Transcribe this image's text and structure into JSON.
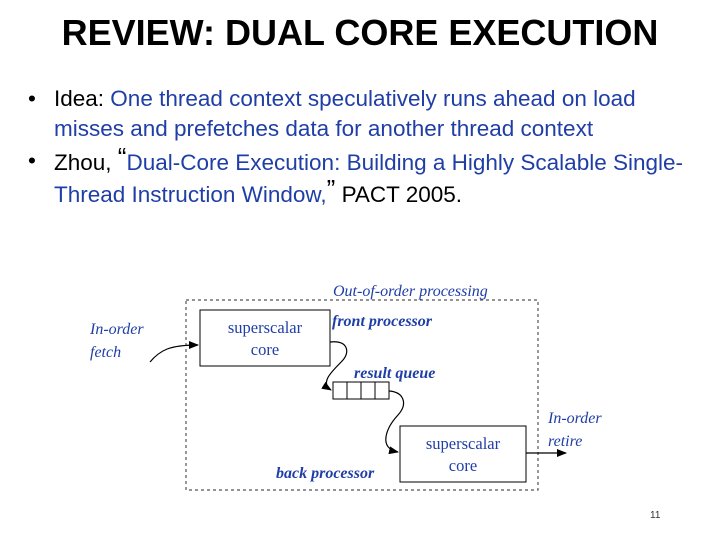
{
  "title": "REVIEW: DUAL CORE EXECUTION",
  "bullets": [
    {
      "prefix": "Idea:",
      "text": " One thread context speculatively runs ahead on load misses and prefetches data for another thread context"
    },
    {
      "prefix": "Zhou, ",
      "open_quote": "“",
      "quote": "Dual-Core Execution: Building a Highly Scalable Single- Thread Instruction Window,",
      "close_quote": "”",
      "suffix": " PACT 2005."
    }
  ],
  "diagram": {
    "ooo_label": "Out-of-order  processing",
    "front_label": "front processor",
    "queue_label": "result queue",
    "back_label": "back processor",
    "fetch_label_1": "In-order",
    "fetch_label_2": "fetch",
    "retire_label_1": "In-order",
    "retire_label_2": "retire",
    "core1_line1": "superscalar",
    "core1_line2": "core",
    "core2_line1": "superscalar",
    "core2_line2": "core",
    "queue_cells": 4
  },
  "page_number": "11",
  "colors": {
    "label_blue": "#1f3ea6",
    "text": "#000000"
  }
}
